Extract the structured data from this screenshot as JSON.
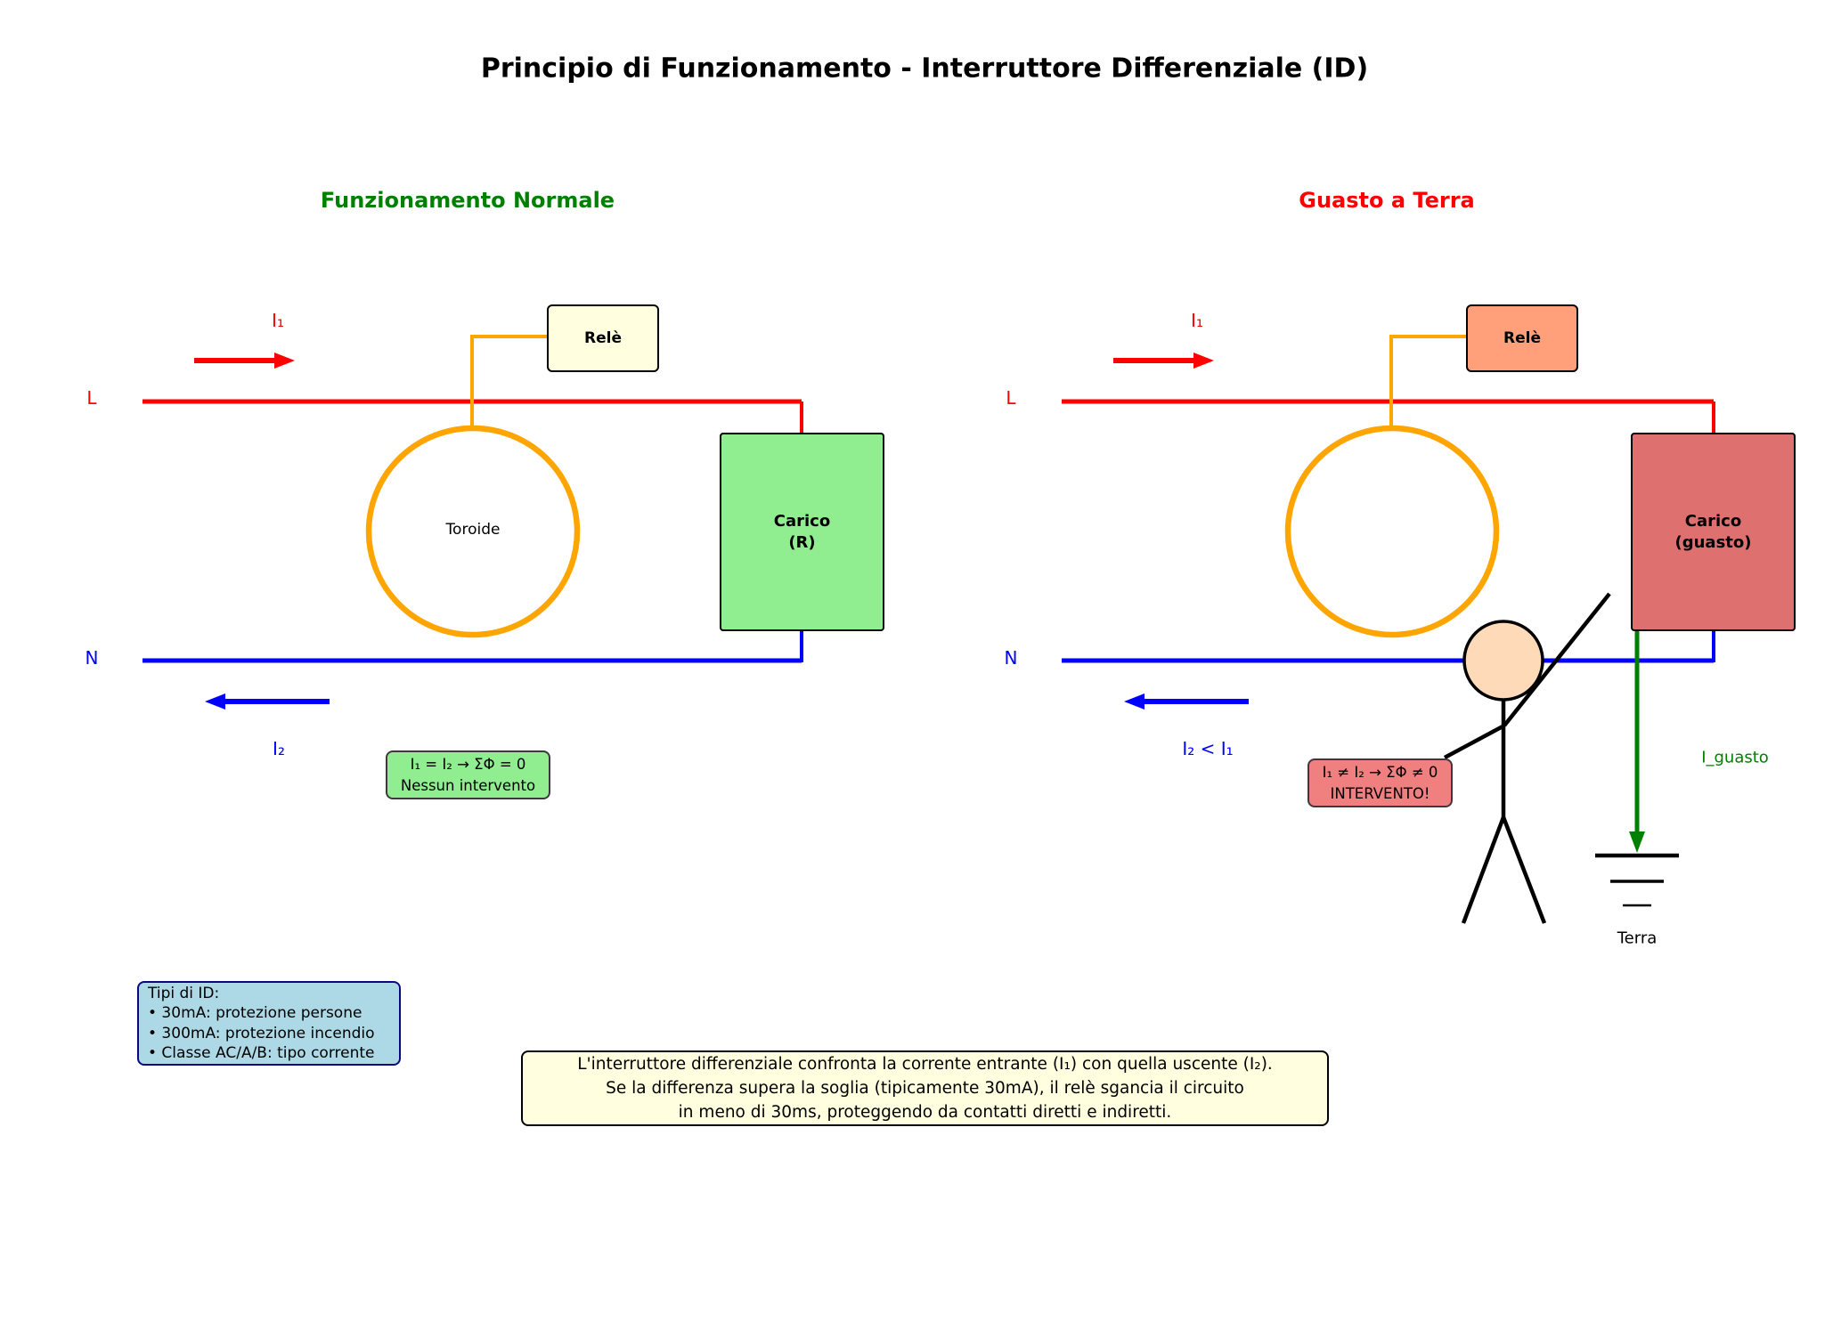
{
  "title": "Principio di Funzionamento - Interruttore Differenziale (ID)",
  "panels": {
    "left": {
      "title": "Funzionamento Normale",
      "i1": "I₁",
      "l": "L",
      "n": "N",
      "i2": "I₂",
      "rele": "Relè",
      "toroide": "Toroide",
      "carico_line1": "Carico",
      "carico_line2": "(R)",
      "info_line1": "I₁ = I₂ → ΣΦ = 0",
      "info_line2": "Nessun intervento"
    },
    "right": {
      "title": "Guasto a Terra",
      "i1": "I₁",
      "l": "L",
      "n": "N",
      "i2": "I₂ < I₁",
      "rele": "Relè",
      "carico_line1": "Carico",
      "carico_line2": "(guasto)",
      "info_line1": "I₁ ≠ I₂ → ΣΦ ≠ 0",
      "info_line2": "INTERVENTO!",
      "i_guasto": "I_guasto",
      "terra": "Terra"
    }
  },
  "tipi_box": {
    "title": "Tipi di ID:",
    "items": [
      "• 30mA: protezione persone",
      "• 300mA: protezione incendio",
      "• Classe AC/A/B: tipo corrente"
    ]
  },
  "explanation": {
    "line1": "L'interruttore differenziale confronta la corrente entrante (I₁) con quella uscente (I₂).",
    "line2": "Se la differenza supera la soglia (tipicamente 30mA), il relè sgancia il circuito",
    "line3": "in meno di 30ms, proteggendo da contatti diretti e indiretti."
  },
  "colors": {
    "line_red": "#ff0000",
    "line_blue": "#0000ff",
    "wire_orange": "#FFA500",
    "fault_green": "#008000",
    "title_green": "#008000",
    "title_red": "#ff0000",
    "rele_normal": "#FFFFE0",
    "rele_fault": "#FFA07A",
    "load_normal": "#90EE90",
    "load_fault": "#DE7070",
    "info_ok": "#90EE90",
    "info_alarm": "#F08080",
    "tipi_blue": "#ADD8E6",
    "explanation_yellow": "#FFFFE0",
    "head_peach": "#FFDAB9"
  }
}
